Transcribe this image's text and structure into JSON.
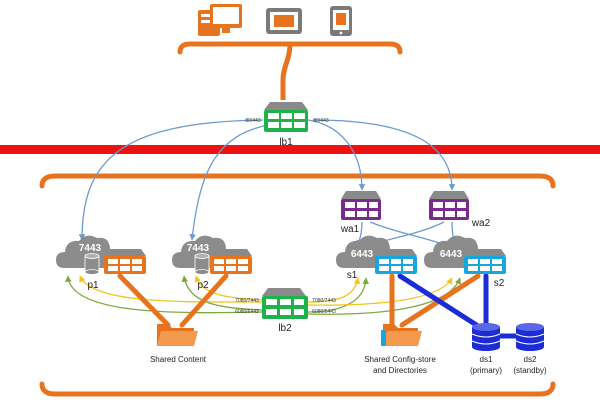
{
  "colors": {
    "orange": "#E8731F",
    "red": "#EE1111",
    "green": "#1DB34A",
    "purple": "#7A2A8C",
    "cyan": "#17A7DE",
    "gray": "#8A8A8A",
    "cloud": "#8C8C8C",
    "link_blue": "#6A9BD1",
    "link_yellow": "#F2C318",
    "link_green": "#7BAA3C",
    "db_blue": "#1B2BD6"
  },
  "clients": [
    {
      "icon": "desktop-computer-icon"
    },
    {
      "icon": "tablet-icon"
    },
    {
      "icon": "mobile-phone-icon"
    }
  ],
  "lb1": {
    "label": "lb1",
    "port_left": "80/443",
    "port_right": "80/443"
  },
  "lb2": {
    "label": "lb2",
    "port_left_top": "7080/7443",
    "port_left_bottom": "6080/6443",
    "port_right_top": "7080/7443",
    "port_right_bottom": "6080/6443"
  },
  "web_adaptors": [
    {
      "label": "wa1"
    },
    {
      "label": "wa2"
    }
  ],
  "portal_machines": [
    {
      "label": "p1",
      "port": "7443"
    },
    {
      "label": "p2",
      "port": "7443"
    }
  ],
  "server_machines": [
    {
      "label": "s1",
      "port": "6443"
    },
    {
      "label": "s2",
      "port": "6443"
    }
  ],
  "shared_content": {
    "label": "Shared Content"
  },
  "shared_config": {
    "line1": "Shared Config-store",
    "line2": "and Directories"
  },
  "datastores": [
    {
      "label": "ds1",
      "role": "(primary)"
    },
    {
      "label": "ds2",
      "role": "(standby)"
    }
  ]
}
